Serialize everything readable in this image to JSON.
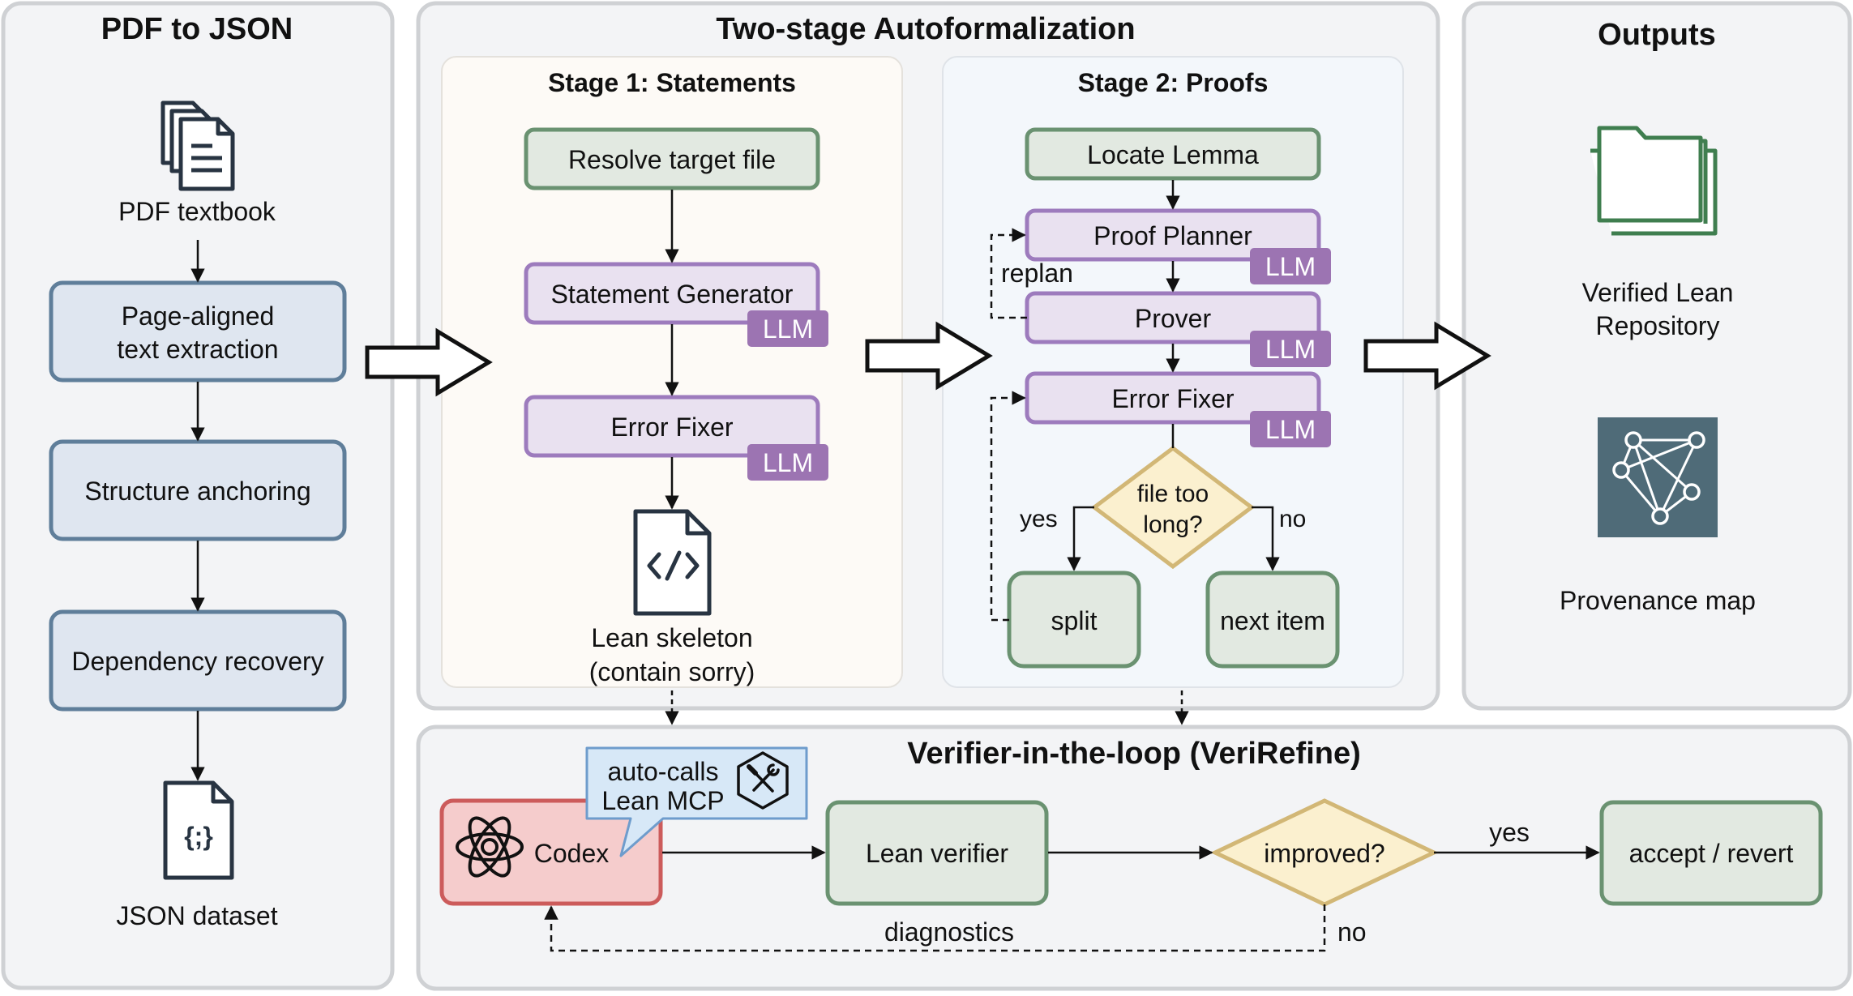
{
  "colors": {
    "panel_fill": "#f3f4f6",
    "panel_stroke": "#cfd1d4",
    "stage1_fill": "#fdfaf6",
    "stage2_fill": "#f3f7fb",
    "blue_fill": "#dfe6f0",
    "blue_stroke": "#5f7e9a",
    "green_fill": "#e2e9e1",
    "green_stroke": "#6a9271",
    "purple_fill": "#e9e1f0",
    "purple_stroke": "#9d7bbd",
    "llm_fill": "#9c74b2",
    "diamond_fill": "#fbf0cf",
    "diamond_stroke": "#d2b776",
    "codex_fill": "#f5cccc",
    "codex_stroke": "#cc5b5b",
    "callout_fill": "#d7e8f7",
    "callout_stroke": "#6e9ccc",
    "provenance_fill": "#4f6b78",
    "folder_stroke": "#3f7e4f",
    "icon_dark": "#283442"
  },
  "pdf_panel": {
    "title": "PDF to JSON",
    "pdf_label": "PDF textbook",
    "steps": [
      "Page-aligned",
      "text extraction",
      "Structure anchoring",
      "Dependency recovery"
    ],
    "json_label": "JSON dataset"
  },
  "auto_panel": {
    "title": "Two-stage Autoformalization",
    "stage1": {
      "title": "Stage 1: Statements",
      "resolve": "Resolve target file",
      "generator": "Statement Generator",
      "fixer": "Error Fixer",
      "skeleton_line1": "Lean skeleton",
      "skeleton_line2": "(contain sorry)"
    },
    "stage2": {
      "title": "Stage 2: Proofs",
      "locate": "Locate Lemma",
      "planner": "Proof Planner",
      "prover": "Prover",
      "fixer": "Error Fixer",
      "replan": "replan",
      "decision_line1": "file too",
      "decision_line2": "long?",
      "yes": "yes",
      "no": "no",
      "split": "split",
      "next": "next item"
    },
    "llm_badge": "LLM"
  },
  "outputs_panel": {
    "title": "Outputs",
    "repo_line1": "Verified Lean",
    "repo_line2": "Repository",
    "provenance": "Provenance map"
  },
  "verifier_panel": {
    "title": "Verifier-in-the-loop (VeriRefine)",
    "codex": "Codex",
    "callout_line1": "auto-calls",
    "callout_line2": "Lean MCP",
    "verifier": "Lean verifier",
    "decision": "improved?",
    "yes": "yes",
    "no": "no",
    "accept": "accept / revert",
    "diagnostics": "diagnostics"
  }
}
